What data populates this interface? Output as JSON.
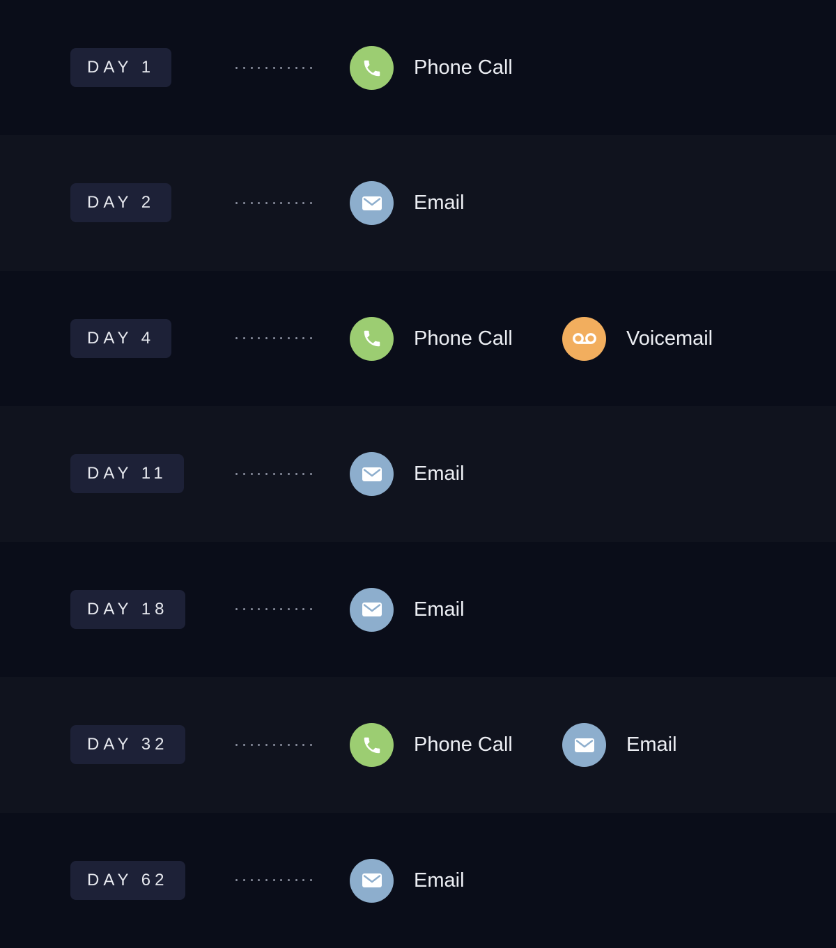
{
  "colors": {
    "phone": "#9ccd72",
    "email": "#8daecd",
    "voicemail": "#f2ae5e",
    "badge_bg": "#1d2137",
    "row_dark": "#0a0d19",
    "row_light": "#10131e"
  },
  "rows": [
    {
      "day": "DAY 1",
      "actions": [
        {
          "type": "phone",
          "icon": "phone-icon",
          "label": "Phone Call"
        }
      ]
    },
    {
      "day": "DAY 2",
      "actions": [
        {
          "type": "email",
          "icon": "envelope-icon",
          "label": "Email"
        }
      ]
    },
    {
      "day": "DAY 4",
      "actions": [
        {
          "type": "phone",
          "icon": "phone-icon",
          "label": "Phone Call"
        },
        {
          "type": "voicemail",
          "icon": "voicemail-icon",
          "label": "Voicemail"
        }
      ]
    },
    {
      "day": "DAY 11",
      "actions": [
        {
          "type": "email",
          "icon": "envelope-icon",
          "label": "Email"
        }
      ]
    },
    {
      "day": "DAY 18",
      "actions": [
        {
          "type": "email",
          "icon": "envelope-icon",
          "label": "Email"
        }
      ]
    },
    {
      "day": "DAY 32",
      "actions": [
        {
          "type": "phone",
          "icon": "phone-icon",
          "label": "Phone Call"
        },
        {
          "type": "email",
          "icon": "envelope-icon",
          "label": "Email"
        }
      ]
    },
    {
      "day": "DAY 62",
      "actions": [
        {
          "type": "email",
          "icon": "envelope-icon",
          "label": "Email"
        }
      ]
    }
  ]
}
